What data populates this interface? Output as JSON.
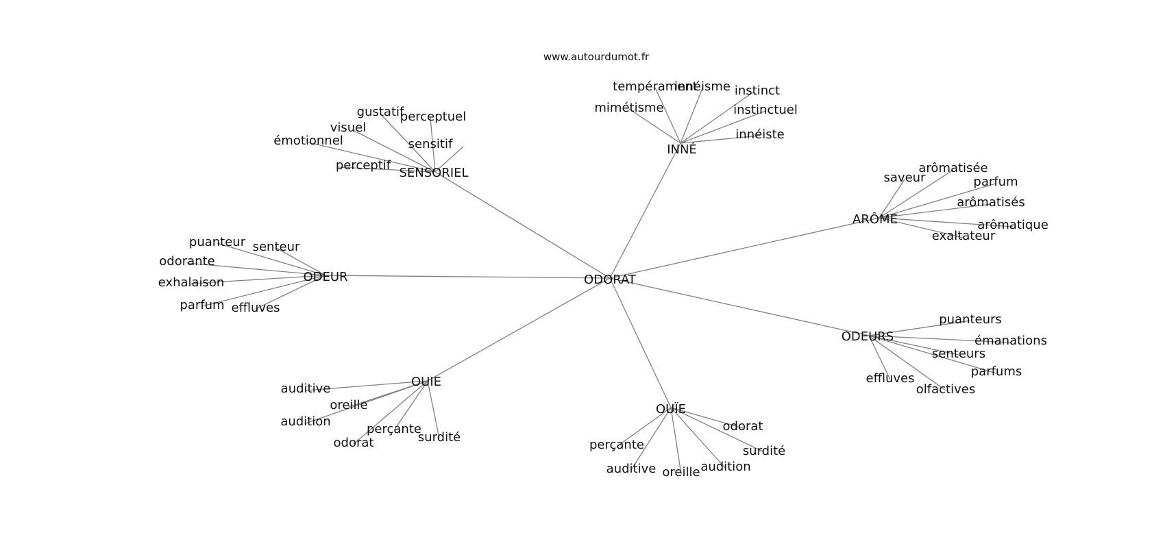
{
  "site": "www.autourdumot.fr",
  "center": "ODORAT",
  "groups": [
    {
      "key": "sensoriel",
      "label": "SENSORIEL",
      "words": [
        "gustatif",
        "perceptuel",
        "visuel",
        "émotionnel",
        "sensitif",
        "perceptif"
      ]
    },
    {
      "key": "inne",
      "label": "INNÉ",
      "words": [
        "tempérament",
        "innéisme",
        "instinct",
        "mimétisme",
        "instinctuel",
        "innéiste"
      ]
    },
    {
      "key": "arome",
      "label": "ARÔME",
      "words": [
        "arômatisée",
        "saveur",
        "parfum",
        "arômatisés",
        "arômatique",
        "exaltateur"
      ]
    },
    {
      "key": "odeur",
      "label": "ODEUR",
      "words": [
        "puanteur",
        "senteur",
        "odorante",
        "exhalaison",
        "parfum",
        "effluves"
      ]
    },
    {
      "key": "odeurs",
      "label": "ODEURS",
      "words": [
        "puanteurs",
        "émanations",
        "senteurs",
        "parfums",
        "effluves",
        "olfactives"
      ]
    },
    {
      "key": "ouie",
      "label": "OUIE",
      "words": [
        "auditive",
        "oreille",
        "audition",
        "perçante",
        "odorat",
        "surdité"
      ]
    },
    {
      "key": "ouie2",
      "label": "OUÏE",
      "words": [
        "odorat",
        "surdité",
        "perçante",
        "audition",
        "auditive",
        "oreille"
      ]
    }
  ]
}
